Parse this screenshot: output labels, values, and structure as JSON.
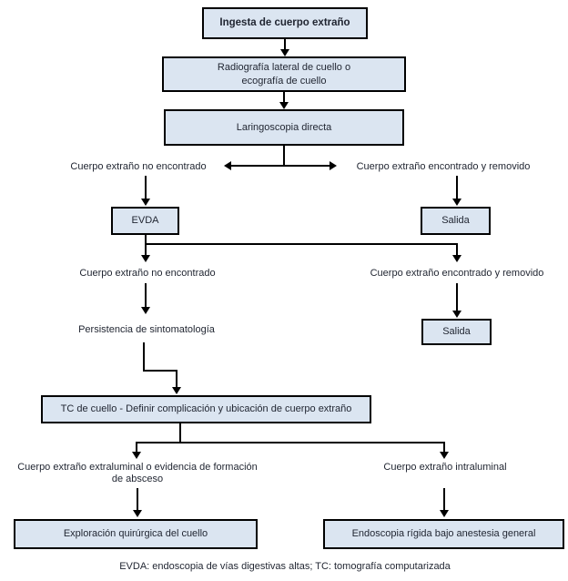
{
  "colors": {
    "box_fill": "#dbe5f1",
    "box_border": "#000000",
    "line_color": "#000000",
    "text_color": "#1f2430"
  },
  "nodes": {
    "ingesta": "Ingesta de cuerpo extraño",
    "radiografia_line1": "Radiografía lateral de cuello o",
    "radiografia_line2": "ecografía de cuello",
    "laringoscopia": "Laringoscopia directa",
    "evda": "EVDA",
    "salida_1": "Salida",
    "salida_2": "Salida",
    "tc": "TC de cuello - Definir complicación y ubicación de cuerpo extraño",
    "exploracion": "Exploración quirúrgica del cuello",
    "endoscopia": "Endoscopia rígida bajo anestesia general"
  },
  "branch_labels": {
    "no_encontrado_1": "Cuerpo extraño no encontrado",
    "encontrado_removido_1": "Cuerpo extraño encontrado y removido",
    "no_encontrado_2": "Cuerpo extraño no encontrado",
    "encontrado_removido_2": "Cuerpo extraño encontrado y removido",
    "persistencia": "Persistencia de sintomatología",
    "extraluminal_line1": "Cuerpo extraño extraluminal o evidencia de formación",
    "extraluminal_line2": "de absceso",
    "intraluminal": "Cuerpo extraño intraluminal"
  },
  "footer": "EVDA: endoscopia de vías digestivas altas; TC: tomografía computarizada"
}
